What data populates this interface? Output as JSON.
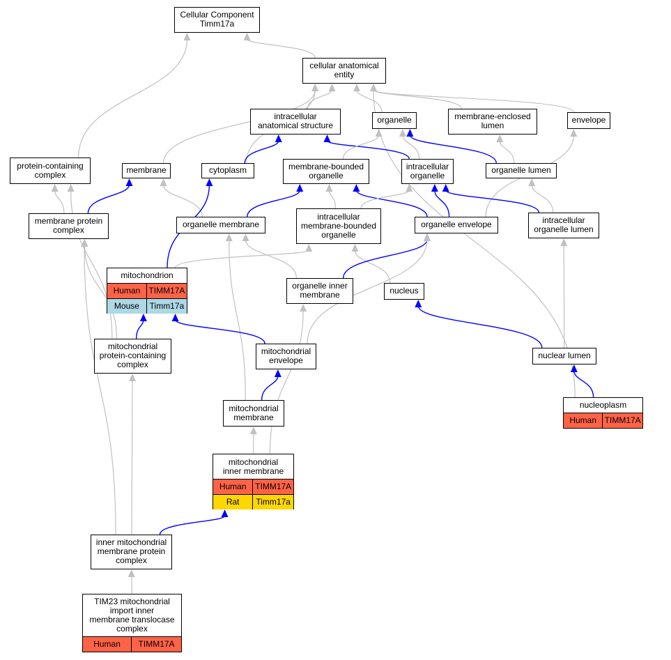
{
  "colors": {
    "gray_edge": "#c0c0c0",
    "blue_edge": "#0000ff",
    "Human": "#ff6347",
    "Mouse": "#add8e6",
    "Rat": "#ffd700"
  },
  "nodes": {
    "root": {
      "label": "Cellular Component\nTimm17a"
    },
    "cae": {
      "label": "cellular anatomical\nentity"
    },
    "ias": {
      "label": "intracellular\nanatomical structure"
    },
    "organelle": {
      "label": "organelle"
    },
    "mel": {
      "label": "membrane-enclosed\nlumen"
    },
    "envelope": {
      "label": "envelope"
    },
    "pcc": {
      "label": "protein-containing\ncomplex"
    },
    "membrane": {
      "label": "membrane"
    },
    "cytoplasm": {
      "label": "cytoplasm"
    },
    "mbo": {
      "label": "membrane-bounded\norganelle"
    },
    "io": {
      "label": "intracellular\norganelle"
    },
    "ol": {
      "label": "organelle lumen"
    },
    "mpc": {
      "label": "membrane protein\ncomplex"
    },
    "om": {
      "label": "organelle membrane"
    },
    "imbo": {
      "label": "intracellular\nmembrane-bounded\norganelle"
    },
    "oe": {
      "label": "organelle envelope"
    },
    "iol": {
      "label": "intracellular\norganelle lumen"
    },
    "mito": {
      "label": "mitochondrion",
      "rows": [
        {
          "species": "Human",
          "gene": "TIMM17A"
        },
        {
          "species": "Mouse",
          "gene": "Timm17a"
        }
      ]
    },
    "oim": {
      "label": "organelle inner\nmembrane"
    },
    "nucleus": {
      "label": "nucleus"
    },
    "mpcc": {
      "label": "mitochondrial\nprotein-containing\ncomplex"
    },
    "me": {
      "label": "mitochondrial\nenvelope"
    },
    "nl": {
      "label": "nuclear lumen"
    },
    "mm": {
      "label": "mitochondrial\nmembrane"
    },
    "np": {
      "label": "nucleoplasm",
      "rows": [
        {
          "species": "Human",
          "gene": "TIMM17A"
        }
      ]
    },
    "mim": {
      "label": "mitochondrial\ninner membrane",
      "rows": [
        {
          "species": "Human",
          "gene": "TIMM17A"
        },
        {
          "species": "Rat",
          "gene": "Timm17a"
        }
      ]
    },
    "impc": {
      "label": "inner mitochondrial\nmembrane protein\ncomplex"
    },
    "tim23": {
      "label": "TIM23 mitochondrial\nimport inner\nmembrane translocase\ncomplex",
      "rows": [
        {
          "species": "Human",
          "gene": "TIMM17A"
        }
      ]
    }
  },
  "edges": [
    {
      "from": "cae",
      "to": "root",
      "kind": "is_a"
    },
    {
      "from": "pcc",
      "to": "root",
      "kind": "is_a"
    },
    {
      "from": "ias",
      "to": "cae",
      "kind": "is_a"
    },
    {
      "from": "organelle",
      "to": "cae",
      "kind": "is_a"
    },
    {
      "from": "mel",
      "to": "cae",
      "kind": "is_a"
    },
    {
      "from": "envelope",
      "to": "cae",
      "kind": "is_a"
    },
    {
      "from": "membrane",
      "to": "cae",
      "kind": "is_a"
    },
    {
      "from": "cytoplasm",
      "to": "cae",
      "kind": "is_a"
    },
    {
      "from": "np",
      "to": "cae",
      "kind": "is_a"
    },
    {
      "from": "cytoplasm",
      "to": "ias",
      "kind": "part_of"
    },
    {
      "from": "io",
      "to": "ias",
      "kind": "part_of"
    },
    {
      "from": "mbo",
      "to": "organelle",
      "kind": "is_a"
    },
    {
      "from": "io",
      "to": "organelle",
      "kind": "is_a"
    },
    {
      "from": "ol",
      "to": "organelle",
      "kind": "part_of"
    },
    {
      "from": "ol",
      "to": "mel",
      "kind": "is_a"
    },
    {
      "from": "oe",
      "to": "envelope",
      "kind": "is_a"
    },
    {
      "from": "mpc",
      "to": "pcc",
      "kind": "is_a"
    },
    {
      "from": "mpcc",
      "to": "pcc",
      "kind": "is_a"
    },
    {
      "from": "mpc",
      "to": "membrane",
      "kind": "part_of"
    },
    {
      "from": "om",
      "to": "membrane",
      "kind": "is_a"
    },
    {
      "from": "mito",
      "to": "cytoplasm",
      "kind": "part_of"
    },
    {
      "from": "om",
      "to": "mbo",
      "kind": "part_of"
    },
    {
      "from": "imbo",
      "to": "mbo",
      "kind": "is_a"
    },
    {
      "from": "oe",
      "to": "mbo",
      "kind": "part_of"
    },
    {
      "from": "imbo",
      "to": "io",
      "kind": "is_a"
    },
    {
      "from": "oe",
      "to": "io",
      "kind": "part_of"
    },
    {
      "from": "iol",
      "to": "io",
      "kind": "part_of"
    },
    {
      "from": "iol",
      "to": "ol",
      "kind": "is_a"
    },
    {
      "from": "impc",
      "to": "mpc",
      "kind": "is_a"
    },
    {
      "from": "oim",
      "to": "om",
      "kind": "is_a"
    },
    {
      "from": "mm",
      "to": "om",
      "kind": "is_a"
    },
    {
      "from": "mito",
      "to": "imbo",
      "kind": "is_a"
    },
    {
      "from": "nucleus",
      "to": "imbo",
      "kind": "is_a"
    },
    {
      "from": "oim",
      "to": "oe",
      "kind": "part_of"
    },
    {
      "from": "me",
      "to": "oe",
      "kind": "is_a"
    },
    {
      "from": "nl",
      "to": "iol",
      "kind": "is_a"
    },
    {
      "from": "mpcc",
      "to": "mito",
      "kind": "part_of"
    },
    {
      "from": "me",
      "to": "mito",
      "kind": "part_of"
    },
    {
      "from": "mim",
      "to": "oim",
      "kind": "is_a"
    },
    {
      "from": "nl",
      "to": "nucleus",
      "kind": "part_of"
    },
    {
      "from": "mpcc",
      "to": "mpc",
      "kind": "is_a"
    },
    {
      "from": "impc",
      "to": "mpcc",
      "kind": "is_a"
    },
    {
      "from": "mm",
      "to": "me",
      "kind": "part_of"
    },
    {
      "from": "np",
      "to": "nl",
      "kind": "part_of"
    },
    {
      "from": "mim",
      "to": "mm",
      "kind": "is_a"
    },
    {
      "from": "impc",
      "to": "mim",
      "kind": "part_of"
    },
    {
      "from": "tim23",
      "to": "impc",
      "kind": "is_a"
    }
  ]
}
